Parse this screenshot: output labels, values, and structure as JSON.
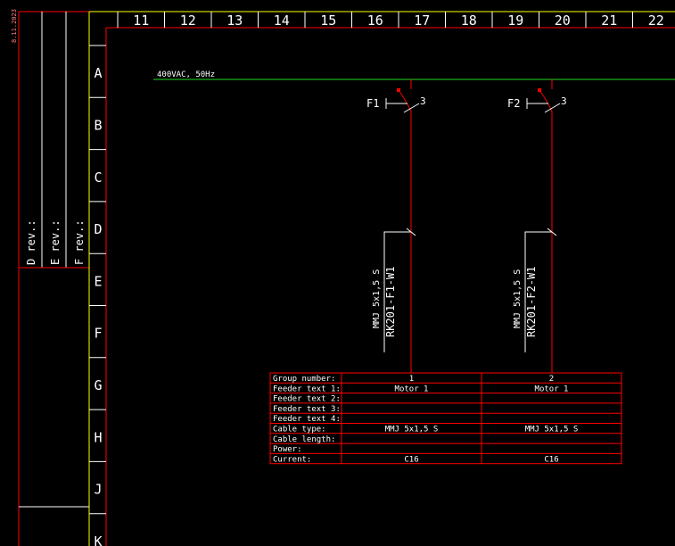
{
  "title_block": {
    "date": "8.11.2023",
    "revisions": [
      "D rev.:",
      "E rev.:",
      "F rev.:"
    ]
  },
  "columns": [
    "11",
    "12",
    "13",
    "14",
    "15",
    "16",
    "17",
    "18",
    "19",
    "20",
    "21",
    "22"
  ],
  "rows": [
    "A",
    "B",
    "C",
    "D",
    "E",
    "F",
    "G",
    "H",
    "J",
    "K"
  ],
  "supply": {
    "label": "400VAC, 50Hz",
    "color": "#22dd22"
  },
  "colors": {
    "frame_red": "#ff0000",
    "frame_yellow": "#ffff00",
    "wire_red": "#ff0000",
    "text": "#ffffff",
    "date": "#ff8080"
  },
  "breakers": [
    {
      "id": "F1",
      "poles": "3",
      "cable_type": "MMJ 5x1,5 S",
      "cable_id": "RK201-F1-W1"
    },
    {
      "id": "F2",
      "poles": "3",
      "cable_type": "MMJ 5x1,5 S",
      "cable_id": "RK201-F2-W1"
    }
  ],
  "table": {
    "labels": [
      "Group number:",
      "Feeder text 1:",
      "Feeder text 2:",
      "Feeder text 3:",
      "Feeder text 4:",
      "Cable type:",
      "Cable length:",
      "Power:",
      "Current:"
    ],
    "groups": [
      {
        "values": [
          "1",
          "Motor 1",
          "",
          "",
          "",
          "MMJ 5x1,5 S",
          "",
          "",
          "C16"
        ]
      },
      {
        "values": [
          "2",
          "Motor 1",
          "",
          "",
          "",
          "MMJ 5x1,5 S",
          "",
          "",
          "C16"
        ]
      }
    ]
  }
}
